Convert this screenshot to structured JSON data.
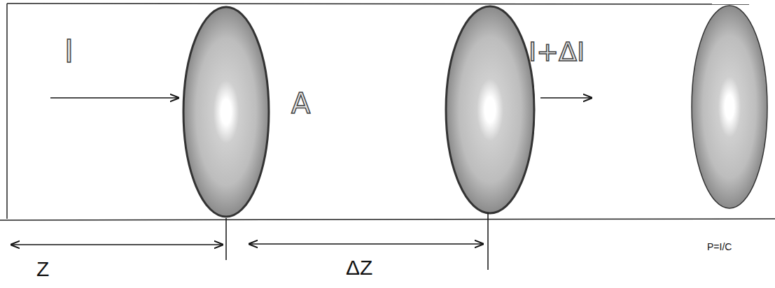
{
  "diagram": {
    "labels": [
      "I",
      "A",
      "I+ΔI",
      "Z",
      "ΔZ",
      "P=I/C"
    ]
  }
}
